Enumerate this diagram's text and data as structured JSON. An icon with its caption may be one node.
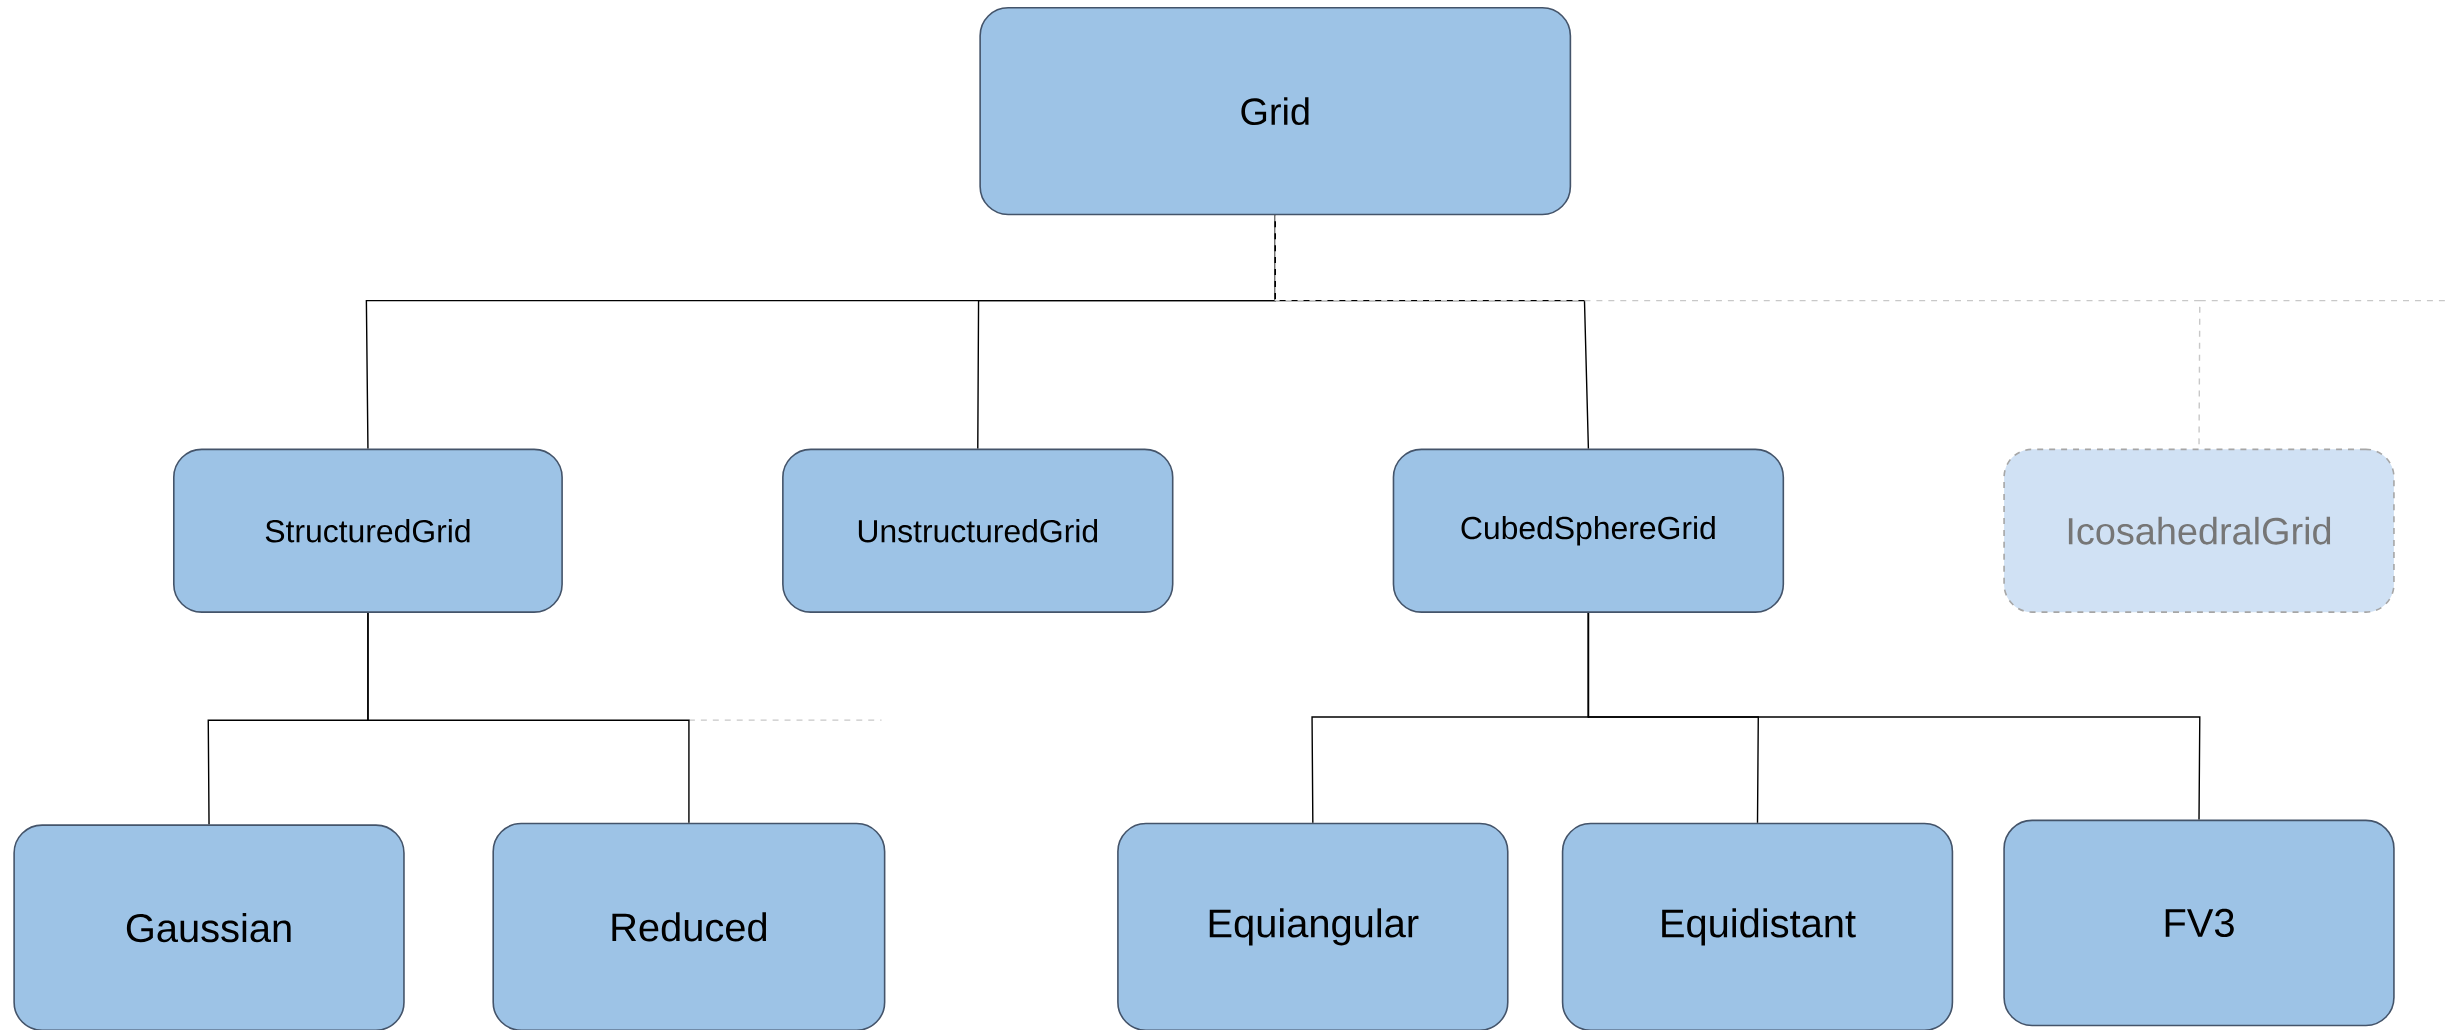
{
  "diagram": {
    "nodes": [
      {
        "text": [
          "Grid"
        ]
      },
      {
        "text": [
          "StructuredGrid"
        ]
      },
      {
        "text": [
          "UnstructuredGrid"
        ]
      },
      {
        "text": [
          "CubedSphereGrid"
        ]
      },
      {
        "text": [
          "IcosahedralGrid"
        ]
      },
      {
        "text": [
          "Gaussian"
        ]
      },
      {
        "text": [
          "Reduced"
        ]
      },
      {
        "text": [
          "Equiangular"
        ]
      },
      {
        "text": [
          "Equidistant"
        ]
      },
      {
        "text": [
          "FV3"
        ]
      }
    ],
    "edges": [
      {
        "from": 0,
        "to": 1,
        "arrow": "none"
      },
      {
        "from": 0,
        "to": 2,
        "arrow": "none"
      },
      {
        "from": 0,
        "to": 3,
        "arrow": "none"
      },
      {
        "from": 0,
        "to": 4,
        "arrow": "none",
        "style": "dashed",
        "color": "#c8c8c8"
      },
      {
        "from": 1,
        "to": 5,
        "arrow": "none"
      },
      {
        "from": 1,
        "to": 6,
        "arrow": "none"
      },
      {
        "from": 3,
        "to": 7,
        "arrow": "none"
      },
      {
        "from": 3,
        "to": 8,
        "arrow": "none"
      },
      {
        "from": 3,
        "to": 9,
        "arrow": "none"
      }
    ]
  }
}
